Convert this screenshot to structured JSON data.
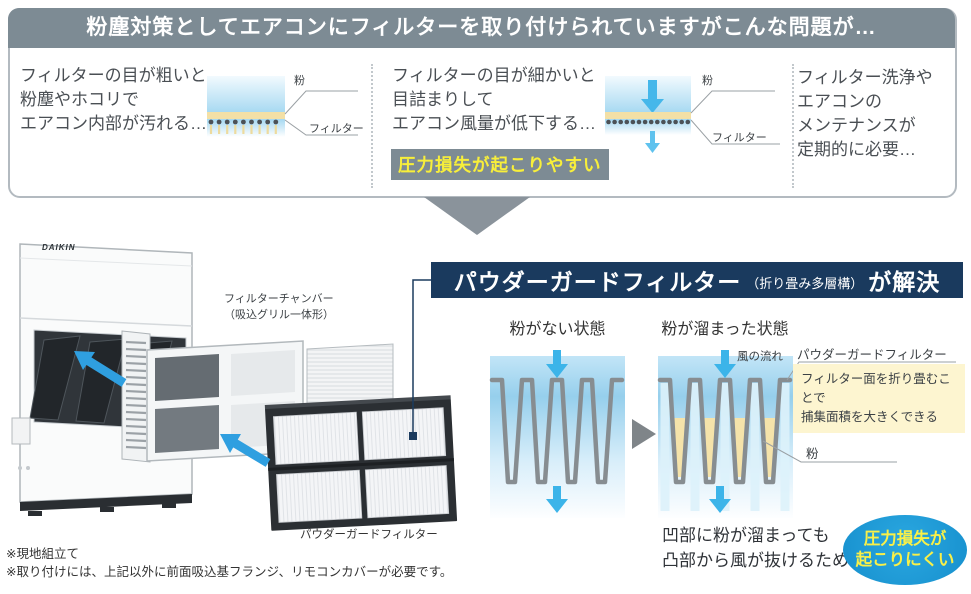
{
  "header": {
    "title": "粉塵対策としてエアコンにフィルターを取り付けられていますがこんな問題が…"
  },
  "problems": [
    {
      "text": "フィルターの目が粗いと\n粉塵やホコリで\nエアコン内部が汚れる…",
      "diagram": {
        "powder_label": "粉",
        "filter_label": "フィルター"
      }
    },
    {
      "text": "フィルターの目が細かいと\n目詰まりして\nエアコン風量が低下する…",
      "badge": "圧力損失が起こりやすい",
      "diagram": {
        "powder_label": "粉",
        "filter_label": "フィルター"
      }
    },
    {
      "text": "フィルター洗浄や\nエアコンの\nメンテナンスが\n定期的に必要…"
    }
  ],
  "unit": {
    "brand": "DAIKIN",
    "chamber_label": "フィルターチャンバー\n（吸込グリル一体形）",
    "product_label": "パウダーガードフィルター"
  },
  "solution": {
    "banner": {
      "product": "パウダーガードフィルター",
      "qualifier": "（折り畳み多層構）",
      "suffix": "が解決"
    },
    "state_without": "粉がない状態",
    "state_with": "粉が溜まった状態",
    "wind_label": "風の流れ",
    "filter_label": "パウダーガードフィルター",
    "note": "フィルター面を折り畳むことで\n捕集面積を大きくできる",
    "powder_label": "粉",
    "explanation": "凹部に粉が溜まっても\n凸部から風が抜けるため",
    "result": "圧力損失が\n起こりにくい"
  },
  "footnotes": [
    "※現地組立て",
    "※取り付けには、上記以外に前面吸込基フランジ、リモコンカバーが必要です。"
  ],
  "colors": {
    "header_gray": "#7d8b94",
    "badge_yellow": "#f8ef3a",
    "banner_navy": "#1a3a5e",
    "arrow_blue": "#3cb4e9",
    "powder_tan": "#f5e3aa",
    "note_bg": "#fdf5d0",
    "result_blue": "#1d9ad5"
  }
}
